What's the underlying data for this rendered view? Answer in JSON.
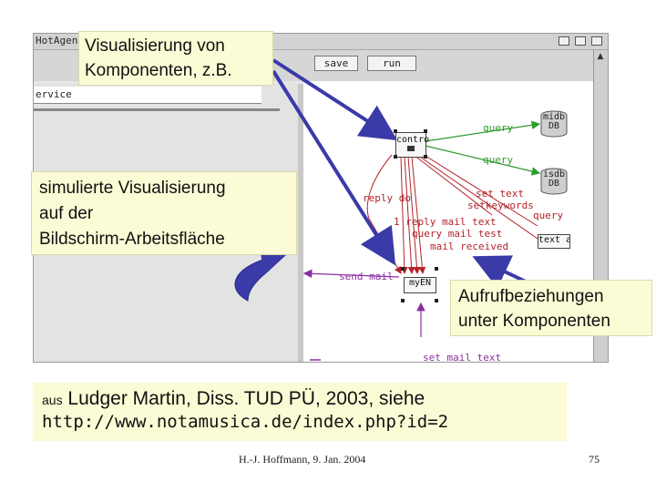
{
  "app": {
    "title": "HotAgent",
    "save_label": "save",
    "run_label": "run",
    "service_label": "ervice"
  },
  "nodes": {
    "control": "contro",
    "midb": [
      "midb",
      "DB"
    ],
    "isdb": [
      "isdb",
      "DB"
    ],
    "myen": "myEN",
    "text_a": "text a"
  },
  "messages": {
    "query1": "query",
    "query2": "query",
    "reply_do": "reply do",
    "set_text": "set text",
    "setkeywords": "setkeywords",
    "query3": "query",
    "reply_mail_text": "1 reply mail text",
    "query_mail_test": "query mail test",
    "mail_received": "mail received",
    "send_mail": "send mail",
    "set_mail_text": "set mail text"
  },
  "callouts": {
    "components": [
      "Visualisierung von",
      "Komponenten, z.B."
    ],
    "simulated": [
      "simulierte Visualisierung",
      "auf der",
      "Bildschirm-Arbeitsfläche"
    ],
    "calls": [
      "Aufrufbeziehungen",
      "unter Komponenten"
    ]
  },
  "source": {
    "prefix": "aus",
    "citation": "Ludger Martin, Diss. TUD PÜ, 2003, siehe",
    "url": "http://www.notamusica.de/index.php?id=2"
  },
  "footer": {
    "author_date": "H.-J. Hoffmann, 9. Jan. 2004",
    "page_number": "75"
  },
  "colors": {
    "callout_bg": "#fbfbd6",
    "arrow_blue": "#3a3aa8",
    "green": "#2e9b2e",
    "red": "#b3232a",
    "purple": "#8a2ea0"
  }
}
